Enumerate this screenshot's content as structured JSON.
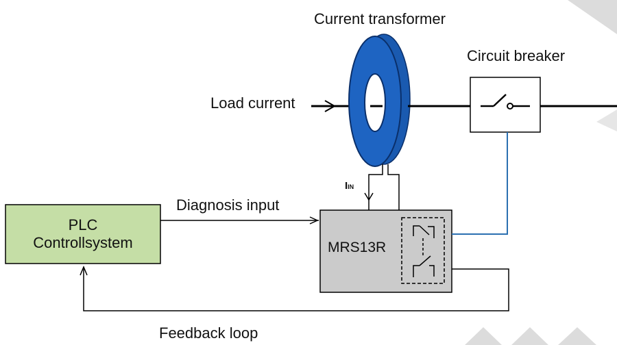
{
  "labels": {
    "current_transformer": "Current transformer",
    "circuit_breaker": "Circuit breaker",
    "load_current": "Load current",
    "diagnosis_input": "Diagnosis input",
    "feedback_loop": "Feedback loop",
    "plc_line1": "PLC",
    "plc_line2": "Controllsystem",
    "device": "MRS13R",
    "current_symbol": "I",
    "current_subscript": "IN"
  },
  "colors": {
    "transformer_blue": "#1a5ab0",
    "plc_fill": "#c5deA6",
    "device_fill": "#cbcbcb",
    "signal_blue": "#2a6fb0",
    "decor_gray": "#dcdcdc"
  }
}
